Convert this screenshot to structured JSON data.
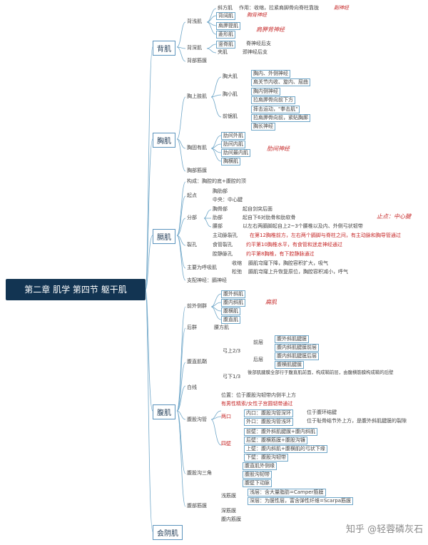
{
  "root": "第二章 肌学 第四节 躯干肌",
  "sections": {
    "back": "背肌",
    "chest": "胸肌",
    "diaphragm": "膈肌",
    "abdomen": "腹肌",
    "perineum": "会阴肌"
  },
  "back": {
    "superficial": "背浅肌",
    "trapezius": "斜方肌",
    "trapezius_desc": "作用：收缩，拉紧肩脚骨向脊柱靠拢",
    "trapezius_nerve": "副神经",
    "latissimus": "背阔肌",
    "latissimus_nerve": "胸背神经",
    "levator": "肩胛提肌",
    "rhomboid": "菱形肌",
    "scapular_nerve": "肩胛背神经",
    "deep": "背深肌",
    "erector": "竖脊肌",
    "erector_desc": "脊神经后支",
    "splenius": "夹肌",
    "splenius_desc": "颈神经后支",
    "fascia": "背部筋膜"
  },
  "chest": {
    "thoracoappendicular": "胸上肢肌",
    "pec_major": "胸大肌",
    "pec_major_1": "胸内、外侧神经",
    "pec_major_2": "肩关节内收、旋内、屈曲",
    "pec_minor": "胸小肌",
    "pec_minor_1": "胸内侧神经",
    "pec_minor_2": "拉肩胛骨向前下方",
    "serratus": "前锯肌",
    "serratus_1": "摔击运动，\"拳击肌\"",
    "serratus_2": "拉肩胛骨向前，紧贴胸廓",
    "serratus_3": "胸长神经",
    "intrinsic": "胸固有肌",
    "ext_intercostal": "肋间外肌",
    "int_intercostal": "肋间内肌",
    "innermost": "肋间最内肌",
    "transversus": "胸横肌",
    "intercostal_nerve": "肋间神经",
    "fascia": "胸部筋膜"
  },
  "diaphragm": {
    "structure": "构成：胸腔的底+腹腔的顶",
    "origin": "起点",
    "origin_1": "胸肋部",
    "origin_2": "中央：中心腱",
    "divide": "分部",
    "sternal": "胸骨部",
    "sternal_desc": "起自剑突后面",
    "costal": "肋部",
    "costal_desc": "起自下6对肋骨和肋软骨",
    "lumbar": "腰部",
    "lumbar_desc": "以左右两膈脚起自上2~3个腰椎以及内、外侧弓状韧带",
    "insertion": "止点：中心腱",
    "hiatus": "裂孔",
    "lumbocostal": "主动脉裂孔",
    "lumbocostal_desc": "在第12胸椎前方，左右两个膈脚与脊柱之间，有主动脉和胸导管通过",
    "esophageal": "食管裂孔",
    "esophageal_desc": "约平第10胸椎水平，有食管和迷走神经通过",
    "vena": "腔静脉孔",
    "vena_desc": "约平第8胸椎，有下腔静脉通过",
    "function": "主要为呼吸肌",
    "contract": "收缩",
    "contract_desc": "膈肌穹窿下降，胸腔容积扩大，吸气",
    "relax": "松弛",
    "relax_desc": "膈肌穹窿上升恢复原位，胸腔容积减小，呼气",
    "nerve": "支配神经：膈神经"
  },
  "abdomen": {
    "anterolateral": "前外侧群",
    "ext_oblique": "腹外斜肌",
    "int_oblique": "腹内斜肌",
    "transverse": "腹横肌",
    "rectus": "腹直肌",
    "flat": "扁肌",
    "posterior": "后群",
    "quadratus": "腰方肌",
    "sheath": "腹直肌鞘",
    "upper": "弓上2/3",
    "anterior_layer": "前层",
    "anterior_layer_1": "腹外斜肌腱膜",
    "anterior_layer_2": "腹内斜肌腱膜前层",
    "posterior_layer": "后层",
    "posterior_layer_1": "腹内斜肌腱膜后层",
    "posterior_layer_2": "腹横肌腱膜",
    "lower": "弓下1/3",
    "lower_desc": "後部肌腱膜全部行于腹直肌前面，构成鞘前层，由腹横筋膜构成鞘的后壁",
    "linea_alba": "白线",
    "canal": "腹股沟管",
    "canal_pos": "位置：位于腹股沟韧带内侧半上方",
    "canal_content": "有男性精索/女性子宫圆韧带通过",
    "mouth": "两口",
    "deep_ring": "内口：腹股沟管深环",
    "deep_ring_loc": "位于腹环结腱",
    "superficial_ring": "外口：腹股沟管浅环",
    "superficial_ring_loc": "位于耻骨结节外上方，是腹外斜肌腱膜的裂隙",
    "walls": "四壁",
    "wall_ant": "前壁：腹外斜肌腱膜+腹内斜肌",
    "wall_post": "后壁：腹横筋膜+腹股沟镰",
    "wall_sup": "上壁：腹内斜肌+腹横肌的弓状下缘",
    "wall_inf": "下壁：腹股沟韧带",
    "triangle": "腹股沟三角",
    "triangle_1": "腹直肌外侧缘",
    "triangle_2": "腹股沟韧带",
    "triangle_3": "腹壁下动脉",
    "fascia": "腹部筋膜",
    "superficial_fascia": "浅筋膜",
    "camper": "浅层：含大量脂肪=Camper筋膜",
    "scarpa": "深层：为膜性层，富含弹性纤维=Scarpa筋膜",
    "deep_fascia": "深筋膜",
    "transversalis": "腹内筋膜"
  },
  "watermark": "知乎 @轻蓉磷灰石"
}
